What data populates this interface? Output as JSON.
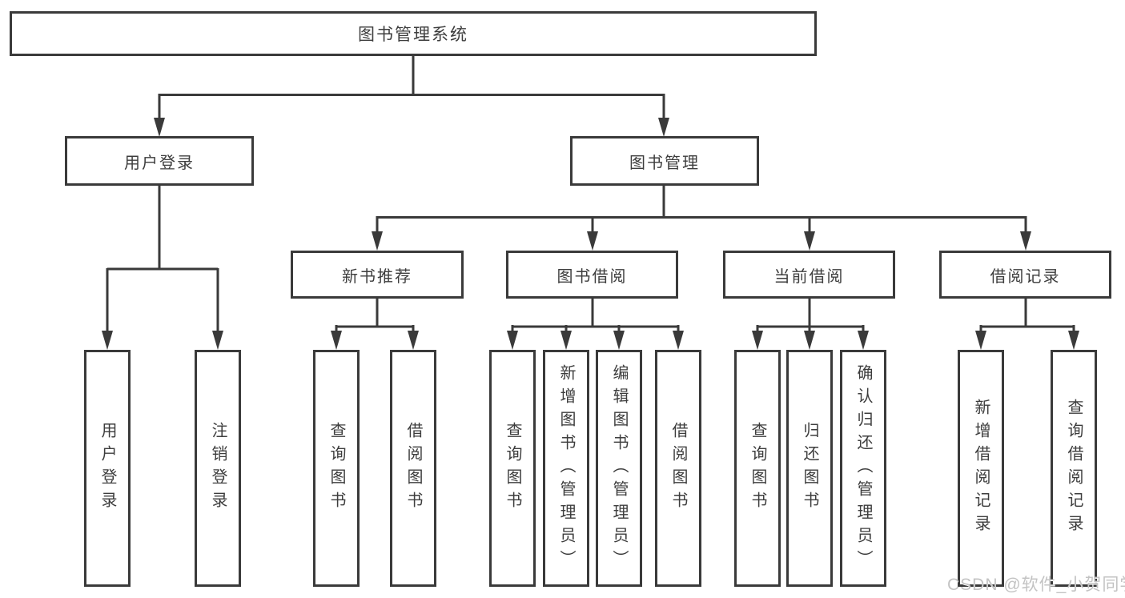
{
  "colors": {
    "line": "#3a3a3a",
    "box_border": "#3a3a3a",
    "text": "#3d3d3d",
    "background": "#ffffff",
    "watermark": "#c3c3c3"
  },
  "watermark": {
    "text": "CSDN @软件_小贺同学"
  },
  "tree": {
    "label": "图书管理系统",
    "children": [
      {
        "label": "用户登录",
        "children": [
          {
            "label": "用户登录"
          },
          {
            "label": "注销登录"
          }
        ]
      },
      {
        "label": "图书管理",
        "children": [
          {
            "label": "新书推荐",
            "children": [
              {
                "label": "查询图书"
              },
              {
                "label": "借阅图书"
              }
            ]
          },
          {
            "label": "图书借阅",
            "children": [
              {
                "label": "查询图书"
              },
              {
                "label": "新增图书（管理员）"
              },
              {
                "label": "编辑图书（管理员）"
              },
              {
                "label": "借阅图书"
              }
            ]
          },
          {
            "label": "当前借阅",
            "children": [
              {
                "label": "查询图书"
              },
              {
                "label": "归还图书"
              },
              {
                "label": "确认归还（管理员）"
              }
            ]
          },
          {
            "label": "借阅记录",
            "children": [
              {
                "label": "新增借阅记录"
              },
              {
                "label": "查询借阅记录"
              }
            ]
          }
        ]
      }
    ]
  }
}
